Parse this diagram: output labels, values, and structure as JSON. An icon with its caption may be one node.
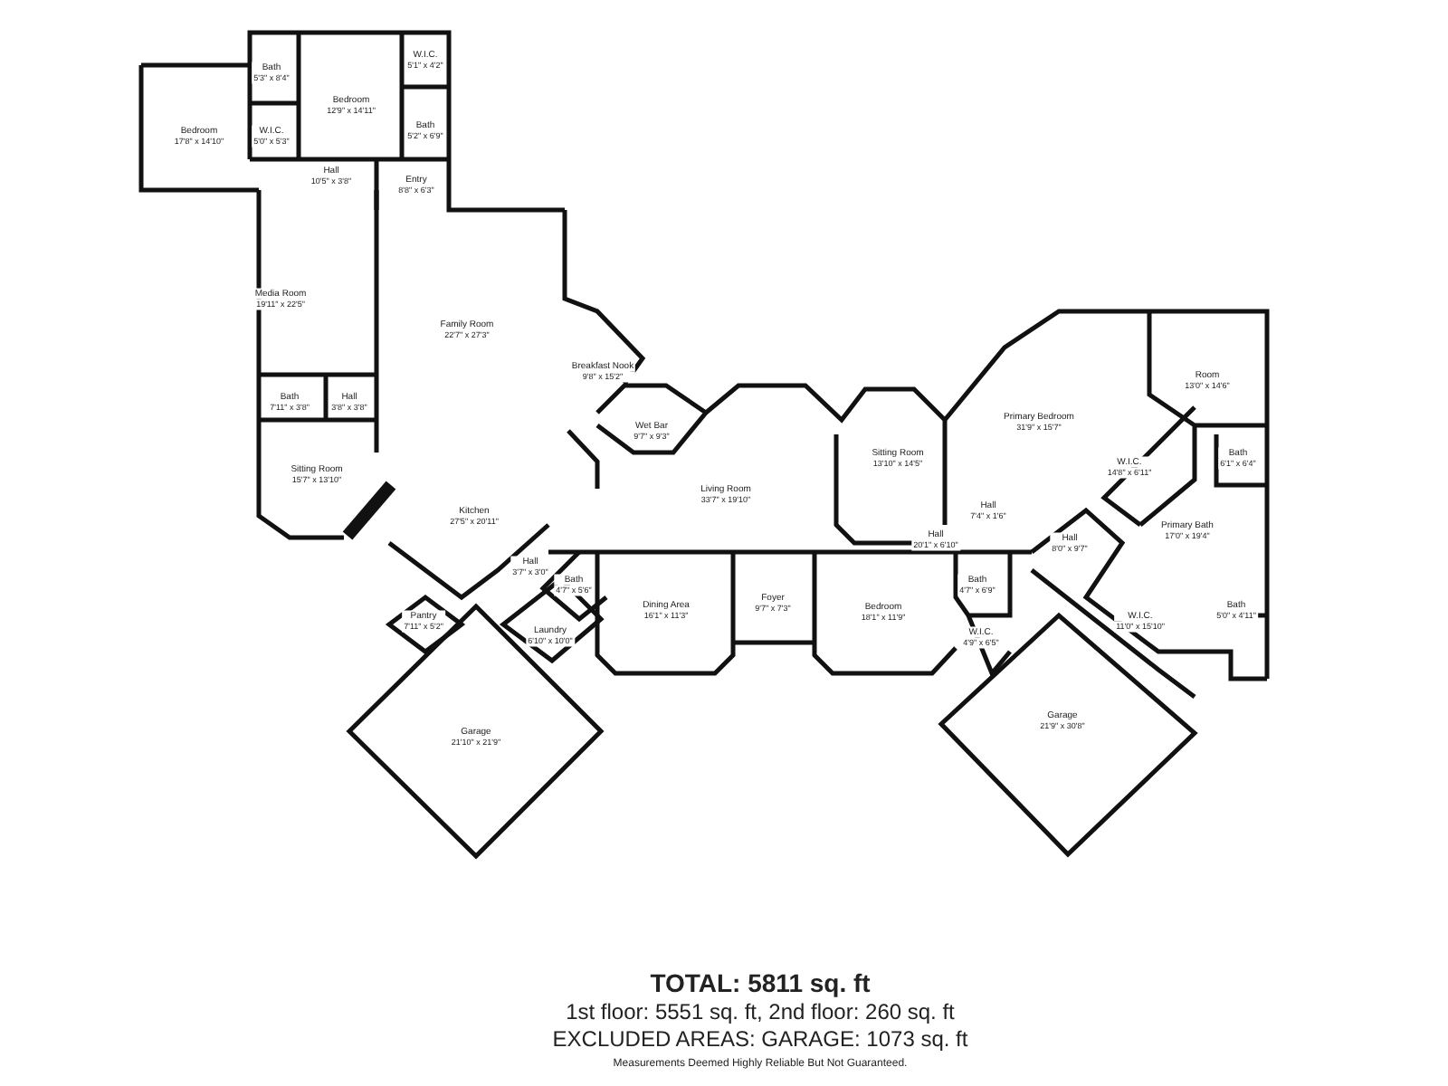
{
  "diagram": {
    "title": "TOTAL: 5811 sq. ft",
    "nodes": [
      {
        "text": [
          "Bath",
          "5'3\" x 8'4\""
        ]
      },
      {
        "text": [
          "Bedroom",
          "12'9\" x 14'11\""
        ]
      },
      {
        "text": [
          "W.I.C.",
          "5'1\" x 4'2\""
        ]
      },
      {
        "text": [
          "Bedroom",
          "17'8\" x 14'10\""
        ]
      },
      {
        "text": [
          "W.I.C.",
          "5'0\" x 5'3\""
        ]
      },
      {
        "text": [
          "Bath",
          "5'2\" x 6'9\""
        ]
      },
      {
        "text": [
          "Hall",
          "10'5\" x 3'8\""
        ]
      },
      {
        "text": [
          "Entry",
          "8'8\" x 6'3\""
        ]
      },
      {
        "text": [
          "Media Room",
          "19'11\" x 22'5\""
        ]
      },
      {
        "text": [
          "Family Room",
          "22'7\" x 27'3\""
        ]
      },
      {
        "text": [
          "Breakfast Nook",
          "9'8\" x 15'2\""
        ]
      },
      {
        "text": [
          "Bath",
          "7'11\" x 3'8\""
        ]
      },
      {
        "text": [
          "Hall",
          "3'8\" x 3'8\""
        ]
      },
      {
        "text": [
          "Wet Bar",
          "9'7\" x 9'3\""
        ]
      },
      {
        "text": [
          "Sitting Room",
          "13'10\" x 14'5\""
        ]
      },
      {
        "text": [
          "Primary Bedroom",
          "31'9\" x 15'7\""
        ]
      },
      {
        "text": [
          "Room",
          "13'0\" x 14'6\""
        ]
      },
      {
        "text": [
          "W.I.C.",
          "14'8\" x 6'11\""
        ]
      },
      {
        "text": [
          "Bath",
          "6'1\" x 6'4\""
        ]
      },
      {
        "text": [
          "Sitting Room",
          "15'7\" x 13'10\""
        ]
      },
      {
        "text": [
          "Living Room",
          "33'7\" x 19'10\""
        ]
      },
      {
        "text": [
          "Hall",
          "7'4\" x 1'6\""
        ]
      },
      {
        "text": [
          "Kitchen",
          "27'5\" x 20'11\""
        ]
      },
      {
        "text": [
          "Hall",
          "20'1\" x 6'10\""
        ]
      },
      {
        "text": [
          "Hall",
          "8'0\" x 9'7\""
        ]
      },
      {
        "text": [
          "Primary Bath",
          "17'0\" x 19'4\""
        ]
      },
      {
        "text": [
          "Hall",
          "3'7\" x 3'0\""
        ]
      },
      {
        "text": [
          "Bath",
          "4'7\" x 5'6\""
        ]
      },
      {
        "text": [
          "Bath",
          "4'7\" x 6'9\""
        ]
      },
      {
        "text": [
          "Dining Area",
          "16'1\" x 11'3\""
        ]
      },
      {
        "text": [
          "Foyer",
          "9'7\" x 7'3\""
        ]
      },
      {
        "text": [
          "Bedroom",
          "18'1\" x 11'9\""
        ]
      },
      {
        "text": [
          "W.I.C.",
          "11'0\" x 15'10\""
        ]
      },
      {
        "text": [
          "Bath",
          "5'0\" x 4'11\""
        ]
      },
      {
        "text": [
          "Pantry",
          "7'11\" x 5'2\""
        ]
      },
      {
        "text": [
          "Laundry",
          "6'10\" x 10'0\""
        ]
      },
      {
        "text": [
          "W.I.C.",
          "4'9\" x 6'5\""
        ]
      },
      {
        "text": [
          "Garage",
          "21'10\" x 21'9\""
        ]
      },
      {
        "text": [
          "Garage",
          "21'9\" x 30'8\""
        ]
      }
    ],
    "labels": [
      "1st floor: 5551 sq. ft, 2nd floor: 260 sq. ft",
      "EXCLUDED AREAS: GARAGE: 1073 sq. ft",
      "Measurements Deemed Highly Reliable But Not Guaranteed."
    ]
  }
}
